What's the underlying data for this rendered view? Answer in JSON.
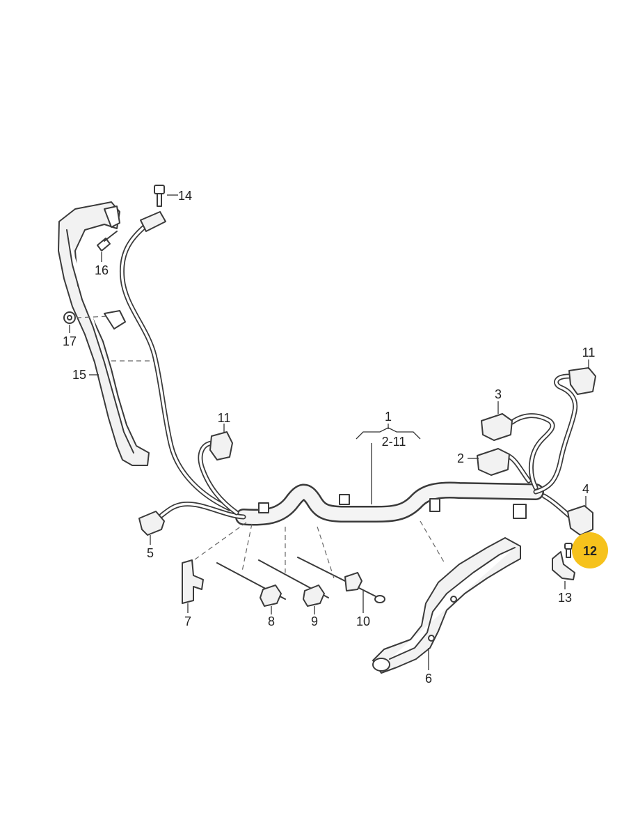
{
  "callouts": {
    "c1": "1",
    "c2_11": "2-11",
    "c2": "2",
    "c3": "3",
    "c4": "4",
    "c5": "5",
    "c6": "6",
    "c7": "7",
    "c8": "8",
    "c9": "9",
    "c10": "10",
    "c11_left": "11",
    "c11_right": "11",
    "c12": "12",
    "c13": "13",
    "c14": "14",
    "c15": "15",
    "c16": "16",
    "c17": "17"
  },
  "highlight": {
    "callout": "12",
    "color": "#f6c21c"
  }
}
